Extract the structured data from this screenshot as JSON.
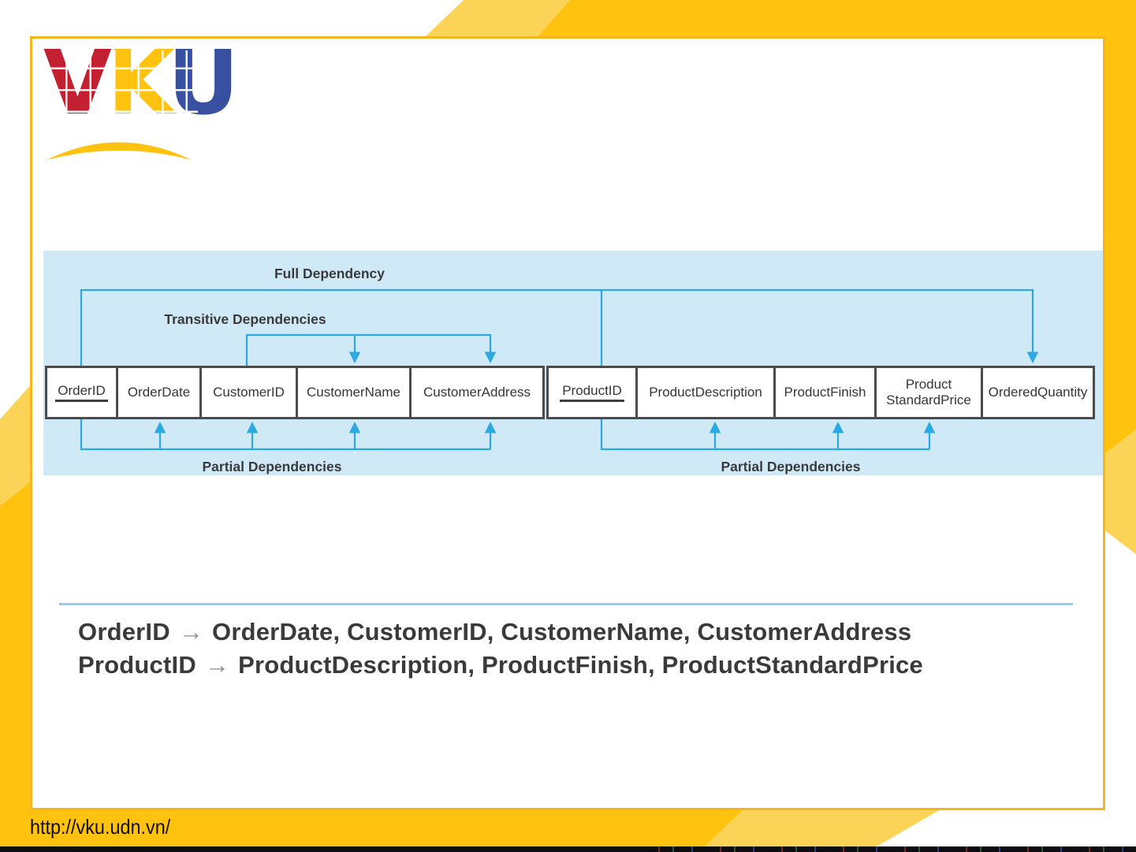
{
  "logo": {
    "letters": [
      {
        "char": "V",
        "color": "#C32032"
      },
      {
        "char": "K",
        "color": "#FFC20E"
      },
      {
        "char": "U",
        "color": "#37509F"
      }
    ]
  },
  "diagram": {
    "labels": {
      "full": "Full Dependency",
      "transitive": "Transitive Dependencies",
      "partial_left": "Partial Dependencies",
      "partial_right": "Partial Dependencies"
    },
    "record_cells": [
      {
        "label": "OrderID",
        "key": true
      },
      {
        "label": "OrderDate"
      },
      {
        "label": "CustomerID"
      },
      {
        "label": "CustomerName"
      },
      {
        "label": "CustomerAddress"
      },
      {
        "label": "ProductID",
        "key": true,
        "new_box": true
      },
      {
        "label": "ProductDescription"
      },
      {
        "label": "ProductFinish"
      },
      {
        "label": "Product\nStandardPrice"
      },
      {
        "label": "OrderedQuantity"
      }
    ]
  },
  "formulas": [
    {
      "lhs": "OrderID",
      "arrow": "→",
      "rhs": "OrderDate, CustomerID, CustomerName, CustomerAddress"
    },
    {
      "lhs": "ProductID",
      "arrow": "→",
      "rhs": "ProductDescription, ProductFinish, ProductStandardPrice"
    }
  ],
  "footer": {
    "url": "http://vku.udn.vn/"
  },
  "colors": {
    "brand_yellow": "#FFC20E",
    "light_yellow": "#FBD457",
    "slide_border_gold": "#F2B71E",
    "panel_blue": "#CFE9F7",
    "arrow_blue": "#2BA9E0",
    "table_border_gray": "#4B4B4D",
    "text_dark": "#3A3A3C"
  }
}
